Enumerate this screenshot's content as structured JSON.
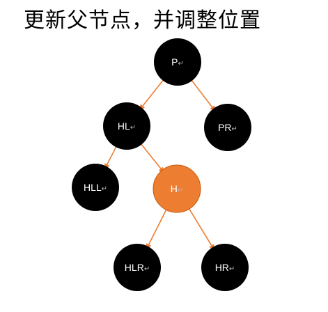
{
  "title": "更新父节点，并调整位置",
  "colors": {
    "node_fill": "#000000",
    "node_text": "#ffffff",
    "highlight_fill": "#ED7D31",
    "highlight_stroke": "#C55A11",
    "edge": "#ED7D31",
    "para_mark": "#bbbbbb"
  },
  "paragraph_mark": "↵",
  "nodes": [
    {
      "id": "P",
      "label": "P",
      "highlight": false
    },
    {
      "id": "HL",
      "label": "HL",
      "highlight": false
    },
    {
      "id": "PR",
      "label": "PR",
      "highlight": false
    },
    {
      "id": "HLL",
      "label": "HLL",
      "highlight": false
    },
    {
      "id": "H",
      "label": "H",
      "highlight": true
    },
    {
      "id": "HLR",
      "label": "HLR",
      "highlight": false
    },
    {
      "id": "HR",
      "label": "HR",
      "highlight": false
    }
  ],
  "edges": [
    {
      "from": "P",
      "to": "HL"
    },
    {
      "from": "P",
      "to": "PR"
    },
    {
      "from": "HL",
      "to": "HLL"
    },
    {
      "from": "HL",
      "to": "H"
    },
    {
      "from": "H",
      "to": "HLR"
    },
    {
      "from": "H",
      "to": "HR"
    }
  ]
}
